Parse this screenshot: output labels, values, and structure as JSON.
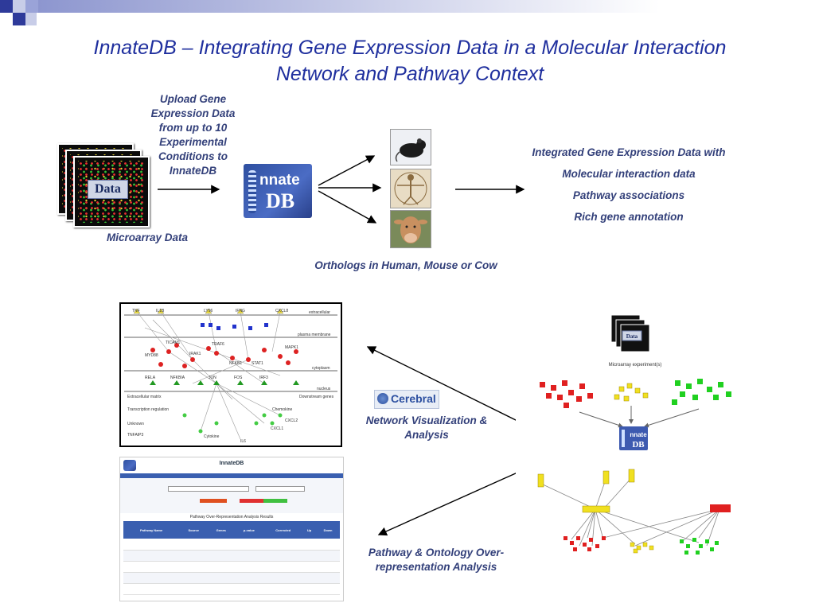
{
  "slide": {
    "title_line1": "InnateDB – Integrating Gene Expression Data in a Molecular Interaction",
    "title_line2": "Network and Pathway Context"
  },
  "top_flow": {
    "upload_label": [
      "Upload Gene",
      "Expression Data",
      "from up to 10",
      "Experimental",
      "Conditions to",
      "InnateDB"
    ],
    "data_badge": "Data",
    "microarray_label": "Microarray Data",
    "logo_word1": "nnate",
    "logo_word2": "DB",
    "orthologs_label": "Orthologs in Human, Mouse or Cow",
    "results": [
      "Integrated Gene Expression Data with",
      "Molecular interaction data",
      "Pathway associations",
      "Rich gene annotation"
    ]
  },
  "bottom_flow": {
    "cerebral_label": "Cerebral",
    "network_label": [
      "Network Visualization &",
      "Analysis"
    ],
    "pathway_label": [
      "Pathway & Ontology Over-",
      "representation Analysis"
    ]
  },
  "network_panel": {
    "compartments": [
      "extracellular",
      "plasma membrane",
      "cytoplasm",
      "nucleus",
      "Downstream genes"
    ],
    "node_labels_top": [
      "TNF",
      "IL1B",
      "LY96",
      "IFNG",
      "CXCL8"
    ],
    "node_labels_mid": [
      "MYD88",
      "TICAM1",
      "IRAK1",
      "TRAF6",
      "NFKB1",
      "STAT1",
      "MAPK1"
    ],
    "node_labels_bot": [
      "RELA",
      "NFKBIA",
      "JUN",
      "FOS",
      "IRF3"
    ],
    "legend_left": [
      "Extracellular matrix",
      "Transcription regulation",
      "Unknown",
      "TNFAIP3"
    ],
    "legend_right": [
      "Chemokine",
      "CXCL1",
      "CXCL2",
      "Cytokine",
      "IL6"
    ]
  },
  "results_panel": {
    "header_title": "InnateDB",
    "subtitle": "Pathway Over-Representation Analysis Results",
    "columns": [
      "Pathway Name",
      "Source",
      "Genes",
      "p-value",
      "Corrected",
      "Up",
      "Down"
    ],
    "row_count": 5
  },
  "schematic_panel": {
    "data_badge": "Data",
    "caption": "Microarray experiment(s)",
    "logo_word1": "nnate",
    "logo_word2": "DB"
  },
  "colors": {
    "title": "#1f2f9e",
    "label": "#33407a",
    "red_nodes": "#e02020",
    "yellow_nodes": "#f0e020",
    "green_nodes": "#20d020"
  }
}
